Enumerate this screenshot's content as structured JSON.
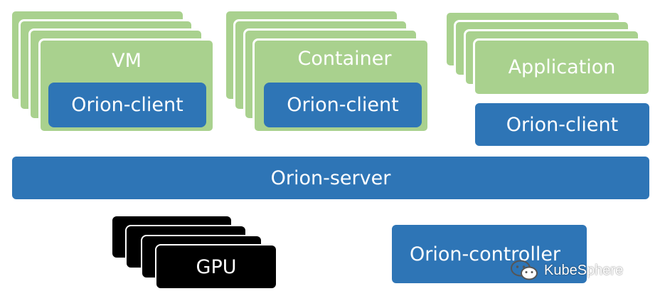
{
  "groups": {
    "vm": {
      "title": "VM",
      "client_label": "Orion-client"
    },
    "container": {
      "title": "Container",
      "client_label": "Orion-client"
    },
    "application": {
      "title": "Application",
      "client_label": "Orion-client"
    }
  },
  "server_label": "Orion-server",
  "gpu_label": "GPU",
  "controller_label": "Orion-controller",
  "watermark": {
    "text": "KubeSphere",
    "icon": "wechat-icon"
  },
  "colors": {
    "green": "#a9d18e",
    "blue": "#2e75b6",
    "black": "#000000"
  }
}
